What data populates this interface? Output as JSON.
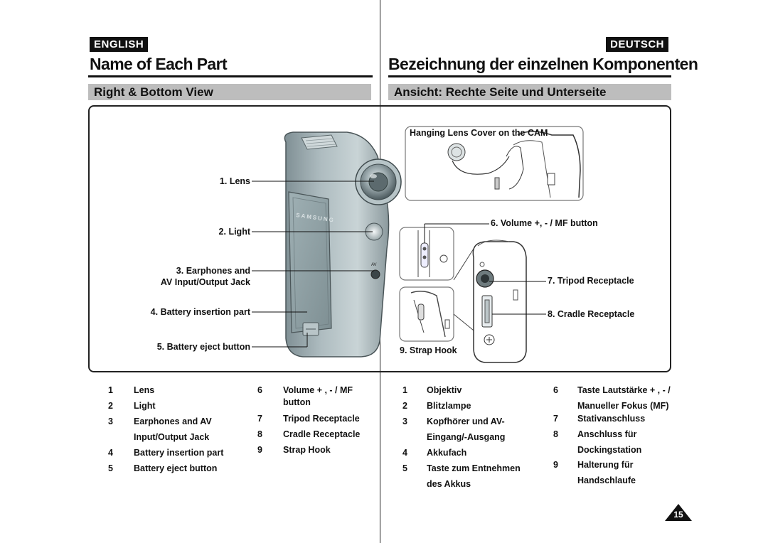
{
  "header": {
    "english_badge": "ENGLISH",
    "deutsch_badge": "DEUTSCH",
    "title_en": "Name of Each Part",
    "title_de": "Bezeichnung der einzelnen Komponenten",
    "section_en": "Right & Bottom View",
    "section_de": "Ansicht: Rechte Seite und Unterseite"
  },
  "figure": {
    "brand_label": "SAMSUNG",
    "av_label": "AV",
    "inset_title": "Hanging Lens Cover on the CAM",
    "callouts": {
      "lens": "1. Lens",
      "light": "2. Light",
      "earphones_line1": "3. Earphones and",
      "earphones_line2": "AV Input/Output Jack",
      "battery_part": "4. Battery insertion part",
      "battery_eject": "5. Battery eject button",
      "volume": "6. Volume +, - / MF button",
      "tripod": "7. Tripod Receptacle",
      "cradle": "8. Cradle Receptacle",
      "strap": "9. Strap Hook"
    }
  },
  "list_en": {
    "col1": [
      {
        "num": "1",
        "lines": [
          "Lens"
        ]
      },
      {
        "num": "2",
        "lines": [
          "Light"
        ]
      },
      {
        "num": "3",
        "lines": [
          "Earphones and AV",
          "Input/Output Jack"
        ]
      },
      {
        "num": "4",
        "lines": [
          "Battery insertion part"
        ]
      },
      {
        "num": "5",
        "lines": [
          "Battery eject button"
        ]
      }
    ],
    "col2": [
      {
        "num": "6",
        "lines": [
          "Volume + , - / MF",
          "button"
        ]
      },
      {
        "num": "7",
        "lines": [
          "Tripod Receptacle"
        ]
      },
      {
        "num": "8",
        "lines": [
          "Cradle Receptacle"
        ]
      },
      {
        "num": "9",
        "lines": [
          "Strap Hook"
        ]
      }
    ]
  },
  "list_de": {
    "col1": [
      {
        "num": "1",
        "lines": [
          "Objektiv"
        ]
      },
      {
        "num": "2",
        "lines": [
          "Blitzlampe"
        ]
      },
      {
        "num": "3",
        "lines": [
          "Kopfhörer und AV-",
          "Eingang/-Ausgang"
        ]
      },
      {
        "num": "4",
        "lines": [
          "Akkufach"
        ]
      },
      {
        "num": "5",
        "lines": [
          "Taste zum Entnehmen",
          "des Akkus"
        ]
      }
    ],
    "col2": [
      {
        "num": "6",
        "lines": [
          "Taste Lautstärke + , - /",
          "Manueller Fokus (MF)"
        ]
      },
      {
        "num": "7",
        "lines": [
          "Stativanschluss"
        ]
      },
      {
        "num": "8",
        "lines": [
          "Anschluss für",
          "Dockingstation"
        ]
      },
      {
        "num": "9",
        "lines": [
          "Halterung für",
          "Handschlaufe"
        ]
      }
    ]
  },
  "page_number": "15"
}
